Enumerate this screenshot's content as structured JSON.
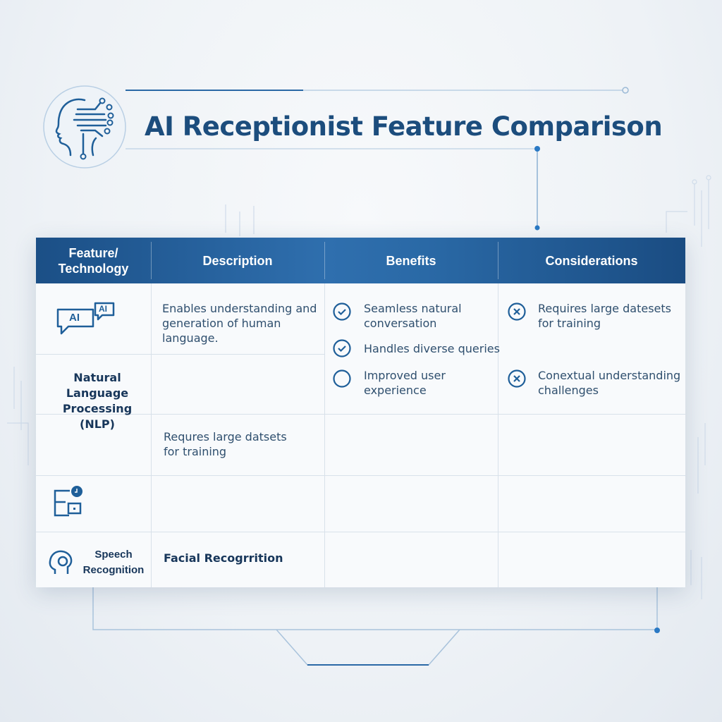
{
  "title": "AI Receptionist Feature Comparison",
  "colors": {
    "accent": "#1c4d7d",
    "header": "#2a69a6",
    "icon": "#1f5f99"
  },
  "headers": [
    "Feature/ Technology",
    "Description",
    "Benefits",
    "Considerations"
  ],
  "rows": {
    "nlp_icon_text": [
      "AI",
      "AI"
    ],
    "nlp_label": "Natural Language Processing (NLP)",
    "nlp_description": "Enables understanding and generation of human language.",
    "row3_description": "Requres large datsets for training",
    "speech_label": "Speech Recognition",
    "facial_label": "Facial Recogrrition"
  },
  "benefits": [
    {
      "icon": "check-circle-icon",
      "text": "Seamless natural conversation"
    },
    {
      "icon": "check-circle-icon",
      "text": "Handles diverse queries"
    },
    {
      "icon": "empty-circle-icon",
      "text": "Improved user experience"
    }
  ],
  "considerations": [
    {
      "icon": "x-circle-icon",
      "text": "Requires large datesets for training"
    },
    {
      "icon": "x-circle-icon",
      "text": "Conextual understanding challenges"
    }
  ]
}
